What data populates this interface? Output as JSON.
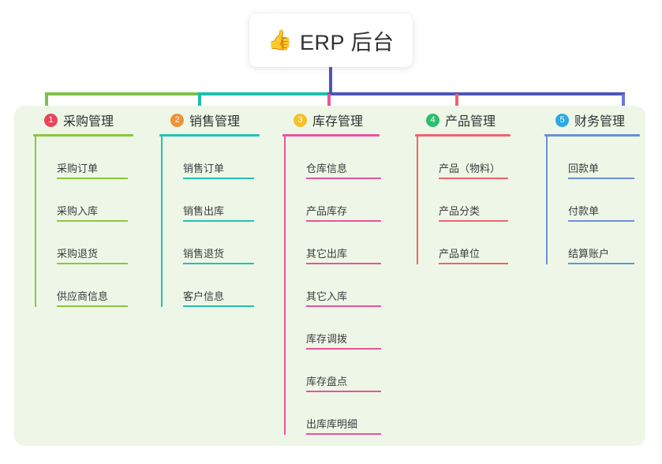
{
  "root": {
    "emoji": "👍",
    "emoji_name": "thumbs-up-icon",
    "title": "ERP 后台"
  },
  "panel": {
    "background": "#eef7e7"
  },
  "connector": {
    "trunk_color": "#4a55b8",
    "bus_colors": [
      "#7cc24a",
      "#1dbfae",
      "#4a55b8"
    ],
    "drop_colors": [
      "#7cc24a",
      "#1dbfae",
      "#e8539c",
      "#f0636b",
      "#6b78d6"
    ]
  },
  "columns": [
    {
      "index": "1",
      "badge_color": "#e8455a",
      "line_color": "#8cc63f",
      "spine_color": "#8cc63f",
      "title": "采购管理",
      "items": [
        {
          "label": "采购订单"
        },
        {
          "label": "采购入库"
        },
        {
          "label": "采购退货"
        },
        {
          "label": "供应商信息"
        }
      ]
    },
    {
      "index": "2",
      "badge_color": "#f0913a",
      "line_color": "#22c2b3",
      "spine_color": "#22c2b3",
      "title": "销售管理",
      "items": [
        {
          "label": "销售订单"
        },
        {
          "label": "销售出库"
        },
        {
          "label": "销售退货"
        },
        {
          "label": "客户信息"
        }
      ]
    },
    {
      "index": "3",
      "badge_color": "#f5c02a",
      "line_color": "#e8539c",
      "spine_color": "#e8539c",
      "title": "库存管理",
      "items": [
        {
          "label": "仓库信息"
        },
        {
          "label": "产品库存"
        },
        {
          "label": "其它出库"
        },
        {
          "label": "其它入库"
        },
        {
          "label": "库存调拨"
        },
        {
          "label": "库存盘点"
        },
        {
          "label": "出库库明细"
        }
      ]
    },
    {
      "index": "4",
      "badge_color": "#2dbd6e",
      "line_color": "#f0636b",
      "spine_color": "#f0636b",
      "title": "产品管理",
      "items": [
        {
          "label": "产品（物料）"
        },
        {
          "label": "产品分类"
        },
        {
          "label": "产品单位"
        }
      ]
    },
    {
      "index": "5",
      "badge_color": "#2aaae0",
      "line_color": "#6b8fd6",
      "spine_color": "#6b8fd6",
      "title": "财务管理",
      "items": [
        {
          "label": "回款单"
        },
        {
          "label": "付款单"
        },
        {
          "label": "结算账户"
        }
      ]
    }
  ]
}
